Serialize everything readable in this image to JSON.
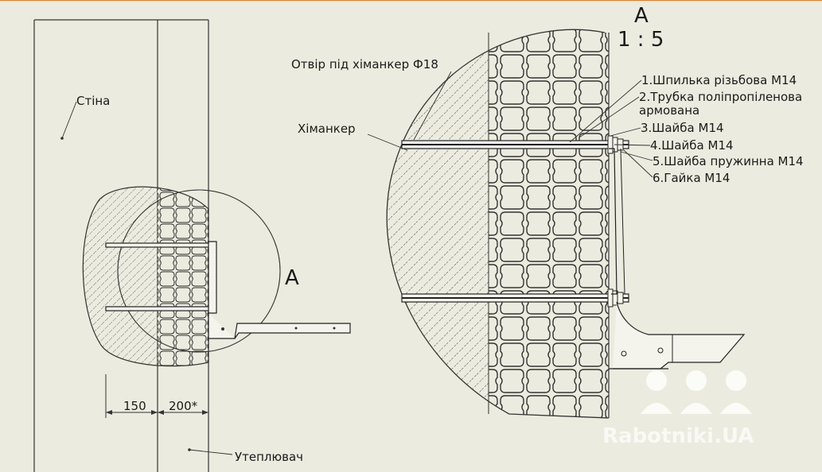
{
  "labels": {
    "wall": "Стіна",
    "insulation": "Утеплювач",
    "callout": "А",
    "dim_left": "150",
    "dim_right": "200*",
    "detail_title": "А",
    "detail_scale": "1 : 5",
    "hole": "Отвір під хіманкер Ф18",
    "chem_anchor": "Хіманкер",
    "parts": [
      "1.Шпилька різьбова М14",
      "2.Трубка поліпропіленова",
      "армована",
      "3.Шайба М14",
      "4.Шайба М14",
      "5.Шайба пружинна М14",
      "6.Гайка М14"
    ]
  },
  "watermark": "Rabotniki.UA"
}
